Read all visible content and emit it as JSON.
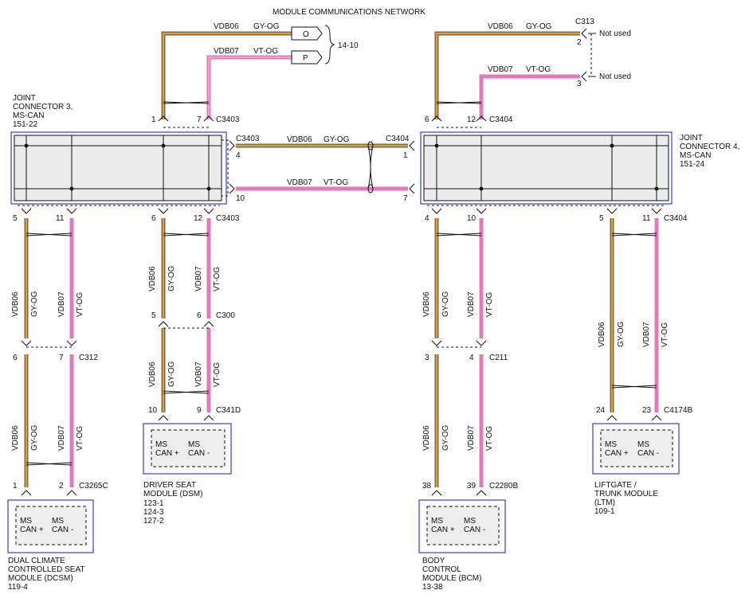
{
  "title": "MODULE COMMUNICATIONS NETWORK",
  "wires": {
    "vdb06": "VDB06",
    "vdb07": "VDB07",
    "gy_og": "GY-OG",
    "vt_og": "VT-OG"
  },
  "offpage": {
    "o": "O",
    "p": "P",
    "ref": "14-10"
  },
  "c313": {
    "name": "C313",
    "pin2": "2",
    "pin3": "3",
    "not_used": "Not used"
  },
  "jc3": {
    "line1": "JOINT",
    "line2": "CONNECTOR 3,",
    "line3": "MS-CAN",
    "ref": "151-22"
  },
  "jc4": {
    "line1": "JOINT",
    "line2": "CONNECTOR 4,",
    "line3": "MS-CAN",
    "ref": "151-24"
  },
  "connectors": {
    "c3403": "C3403",
    "c3404": "C3404",
    "c312": "C312",
    "c3265c": "C3265C",
    "c300": "C300",
    "c341d": "C341D",
    "c211": "C211",
    "c2280b": "C2280B",
    "c4174b": "C4174B"
  },
  "pins": {
    "p1": "1",
    "p2": "2",
    "p3": "3",
    "p4": "4",
    "p5": "5",
    "p6": "6",
    "p7": "7",
    "p9": "9",
    "p10": "10",
    "p11": "11",
    "p12": "12",
    "p23": "23",
    "p24": "24",
    "p38": "38",
    "p39": "39"
  },
  "module": {
    "ms": "MS",
    "can_plus": "CAN +",
    "can_minus": "CAN -"
  },
  "dcsm": {
    "line1": "DUAL CLIMATE",
    "line2": "CONTROLLED SEAT",
    "line3": "MODULE (DCSM)",
    "ref": "119-4"
  },
  "dsm": {
    "line1": "DRIVER SEAT",
    "line2": "MODULE (DSM)",
    "ref1": "123-1",
    "ref2": "124-3",
    "ref3": "127-2"
  },
  "bcm": {
    "line1": "BODY",
    "line2": "CONTROL",
    "line3": "MODULE (BCM)",
    "ref": "13-38"
  },
  "ltm": {
    "line1": "LIFTGATE /",
    "line2": "TRUNK MODULE",
    "line3": "(LTM)",
    "ref": "109-1"
  },
  "colors": {
    "gy": "#7a6a5a",
    "og": "#e8a020",
    "vt": "#e07ab8",
    "frame": "#3b3bd6"
  }
}
